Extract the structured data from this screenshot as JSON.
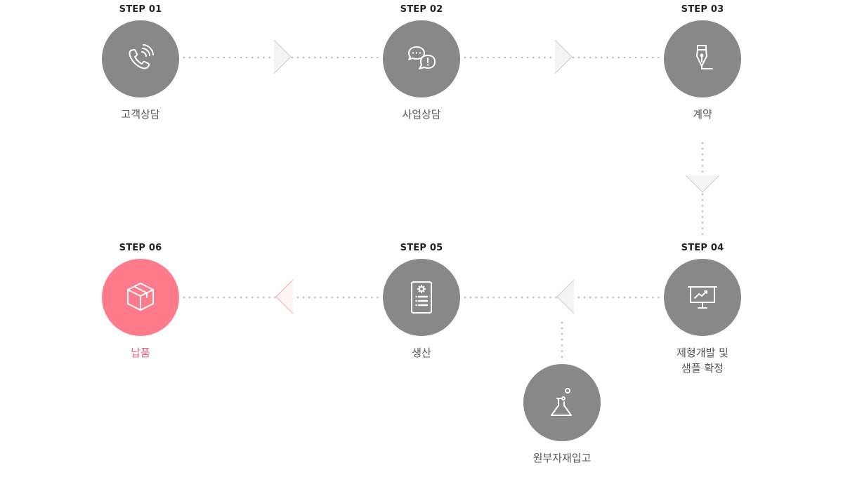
{
  "steps": [
    {
      "step": "STEP 01",
      "name": [
        "고객상담"
      ],
      "icon": "phone-icon"
    },
    {
      "step": "STEP 02",
      "name": [
        "사업상담"
      ],
      "icon": "chat-bubbles-icon"
    },
    {
      "step": "STEP 03",
      "name": [
        "계약"
      ],
      "icon": "fountain-pen-icon"
    },
    {
      "step": "STEP 04",
      "name": [
        "제형개발 및",
        "샘플 확정"
      ],
      "icon": "presentation-board-icon"
    },
    {
      "step": "STEP 05",
      "name": [
        "생산"
      ],
      "icon": "document-list-icon"
    },
    {
      "step": "STEP 06",
      "name": [
        "납품"
      ],
      "icon": "box-icon"
    }
  ],
  "sub_step": {
    "name": "원부자재입고",
    "icon": "flask-icon"
  },
  "colors": {
    "circle": "#888888",
    "active": "#ff7b8c",
    "active_text": "#f0607a",
    "dots": "#bbbbbb",
    "arrow_fill": "#f1f1f1",
    "arrow_stroke": "#cccccc"
  }
}
